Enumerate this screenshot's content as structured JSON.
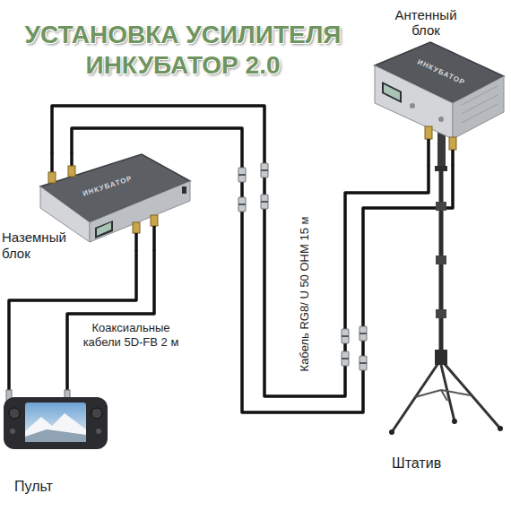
{
  "diagram": {
    "title": "УСТАНОВКА УСИЛИТЕЛЯ ИНКУБАТОР 2.0",
    "nodes": [
      {
        "text": [
          "Антенный блок",
          "ИНКУБАТОР"
        ]
      },
      {
        "text": [
          "Наземный блок",
          "ИНКУБАТОР"
        ]
      },
      {
        "text": [
          "Штатив"
        ]
      },
      {
        "text": [
          "Пульт"
        ]
      }
    ],
    "edges": [
      {
        "from": 3,
        "to": 1,
        "arrow": "none",
        "label": "Коаксиальные кабели 5D-FB 2 м"
      },
      {
        "from": 3,
        "to": 1,
        "arrow": "none"
      },
      {
        "from": 1,
        "to": 0,
        "arrow": "none",
        "label": "Кабель RG8/ U 50 OHM 15 м"
      },
      {
        "from": 1,
        "to": 0,
        "arrow": "none"
      }
    ]
  }
}
